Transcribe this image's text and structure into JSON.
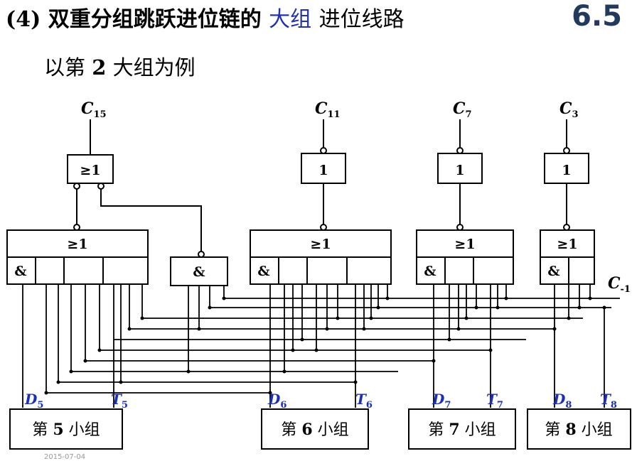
{
  "title": {
    "prefix": "(4) 双重分组跳跃进位链的",
    "highlight": "大组",
    "suffix": "进位线路"
  },
  "section_number": "6.5",
  "subtitle": {
    "pre": "以第",
    "num": "2",
    "post": "大组为例"
  },
  "outputs": [
    {
      "base": "C",
      "sub": "15"
    },
    {
      "base": "C",
      "sub": "11"
    },
    {
      "base": "C",
      "sub": "7"
    },
    {
      "base": "C",
      "sub": "3"
    }
  ],
  "carry_in": {
    "base": "C",
    "sub": "-1"
  },
  "gate_symbols": {
    "or": "≥1",
    "and": "&",
    "buffer": "1"
  },
  "groups": [
    {
      "d": {
        "base": "D",
        "sub": "5"
      },
      "t": {
        "base": "T",
        "sub": "5"
      },
      "pre": "第",
      "num": "5",
      "post": "小组"
    },
    {
      "d": {
        "base": "D",
        "sub": "6"
      },
      "t": {
        "base": "T",
        "sub": "6"
      },
      "pre": "第",
      "num": "6",
      "post": "小组"
    },
    {
      "d": {
        "base": "D",
        "sub": "7"
      },
      "t": {
        "base": "T",
        "sub": "7"
      },
      "pre": "第",
      "num": "7",
      "post": "小组"
    },
    {
      "d": {
        "base": "D",
        "sub": "8"
      },
      "t": {
        "base": "T",
        "sub": "8"
      },
      "pre": "第",
      "num": "8",
      "post": "小组"
    }
  ],
  "colors": {
    "label_blue": "#1a2fb5",
    "line": "#000000",
    "title_highlight": "#2233aa"
  },
  "footer_date": "2015-07-04"
}
